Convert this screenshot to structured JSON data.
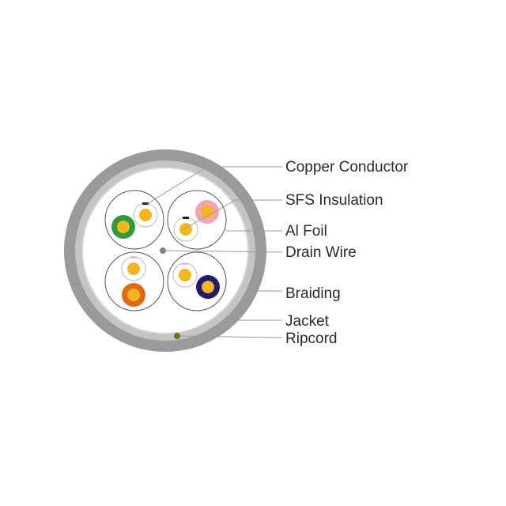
{
  "diagram": {
    "labels": {
      "copper_conductor": "Copper Conductor",
      "sfs_insulation": "SFS Insulation",
      "al_foil": "Al Foil",
      "drain_wire": "Drain Wire",
      "braiding": "Braiding",
      "jacket": "Jacket",
      "ripcord": "Ripcord"
    },
    "colors": {
      "jacket": "#9a9a9a",
      "braiding": "#c8c8c8",
      "copper": "#f5b51c",
      "pair_green": "#2f9a3a",
      "pair_pink": "#f2a3b5",
      "pair_orange": "#e06a14",
      "pair_blue": "#1e1a6e",
      "ripcord": "#7a6a10",
      "drain_wire": "#808080",
      "leader_line": "#9a9a9a"
    }
  }
}
